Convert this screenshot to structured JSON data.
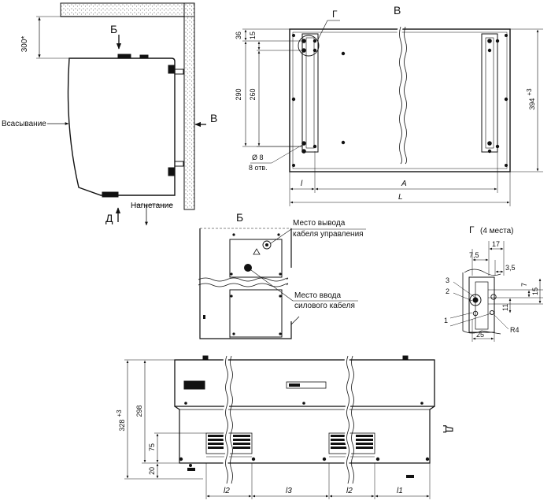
{
  "side_view": {
    "dim_top": "300*",
    "label_b_arrow": "Б",
    "label_v_arrow": "В",
    "label_intake": "Всасывание",
    "label_discharge": "Нагнетание",
    "label_d_arrow": "Д"
  },
  "view_v": {
    "title": "В",
    "callout_g": "Г",
    "dim_36": "36",
    "dim_15": "15",
    "dim_290": "290",
    "dim_260": "260",
    "dim_394": "394",
    "dim_394_tol": "+3",
    "hole_dia": "Ø 8",
    "hole_count": "8 отв.",
    "dim_l_small": "l",
    "dim_a": "A",
    "dim_l_big": "L"
  },
  "view_b": {
    "title": "Б",
    "control_cable_1": "Место вывода",
    "control_cable_2": "кабеля управления",
    "power_cable_1": "Место ввода",
    "power_cable_2": "силового кабеля"
  },
  "detail_g": {
    "title": "Г",
    "subtitle": "(4 места)",
    "dim_17": "17",
    "dim_7_5": "7,5",
    "dim_3_5": "3,5",
    "dim_7": "7",
    "dim_15": "15",
    "dim_11": "11",
    "dim_25": "25",
    "radius": "R4",
    "pos_1": "1",
    "pos_2": "2",
    "pos_3": "3"
  },
  "view_d": {
    "title": "Д",
    "dim_328": "328",
    "dim_328_tol": "+3",
    "dim_298": "298",
    "dim_75": "75",
    "dim_20": "20",
    "dim_l2_a": "l2",
    "dim_l3": "l3",
    "dim_l2_b": "l2",
    "dim_l1": "l1"
  }
}
